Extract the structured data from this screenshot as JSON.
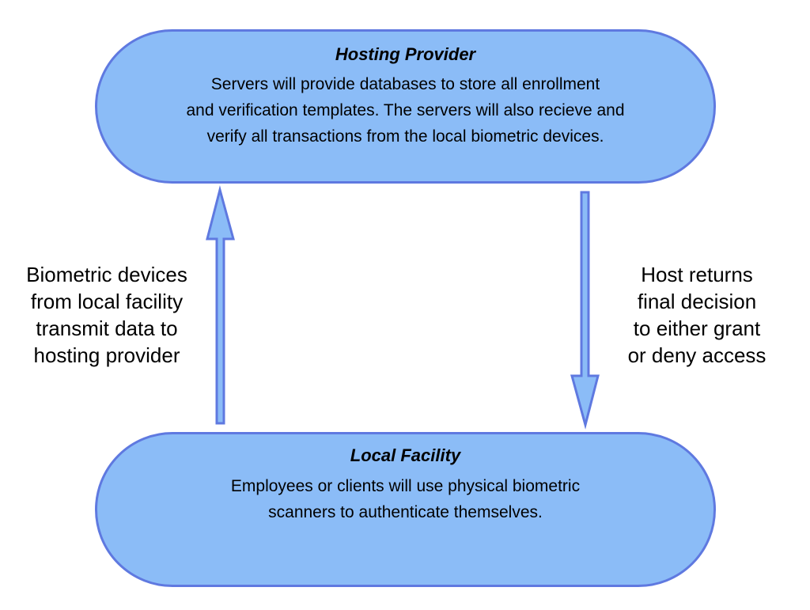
{
  "hosting_provider": {
    "title": "Hosting Provider",
    "body": "Servers will provide databases to store all enrollment\nand verification templates. The servers will also recieve and\nverify all transactions from the local biometric devices."
  },
  "local_facility": {
    "title": "Local Facility",
    "body": "Employees or clients will use physical biometric\nscanners to authenticate themselves."
  },
  "edges": {
    "upward_label": "Biometric devices\nfrom local facility\ntransmit data to\nhosting provider",
    "downward_label": "Host returns\nfinal decision\nto either grant\nor deny access"
  },
  "colors": {
    "node_fill": "#8bbcf7",
    "node_stroke": "#5f79e0",
    "arrow_fill": "#8bbcf7",
    "arrow_stroke": "#5f79e0"
  }
}
